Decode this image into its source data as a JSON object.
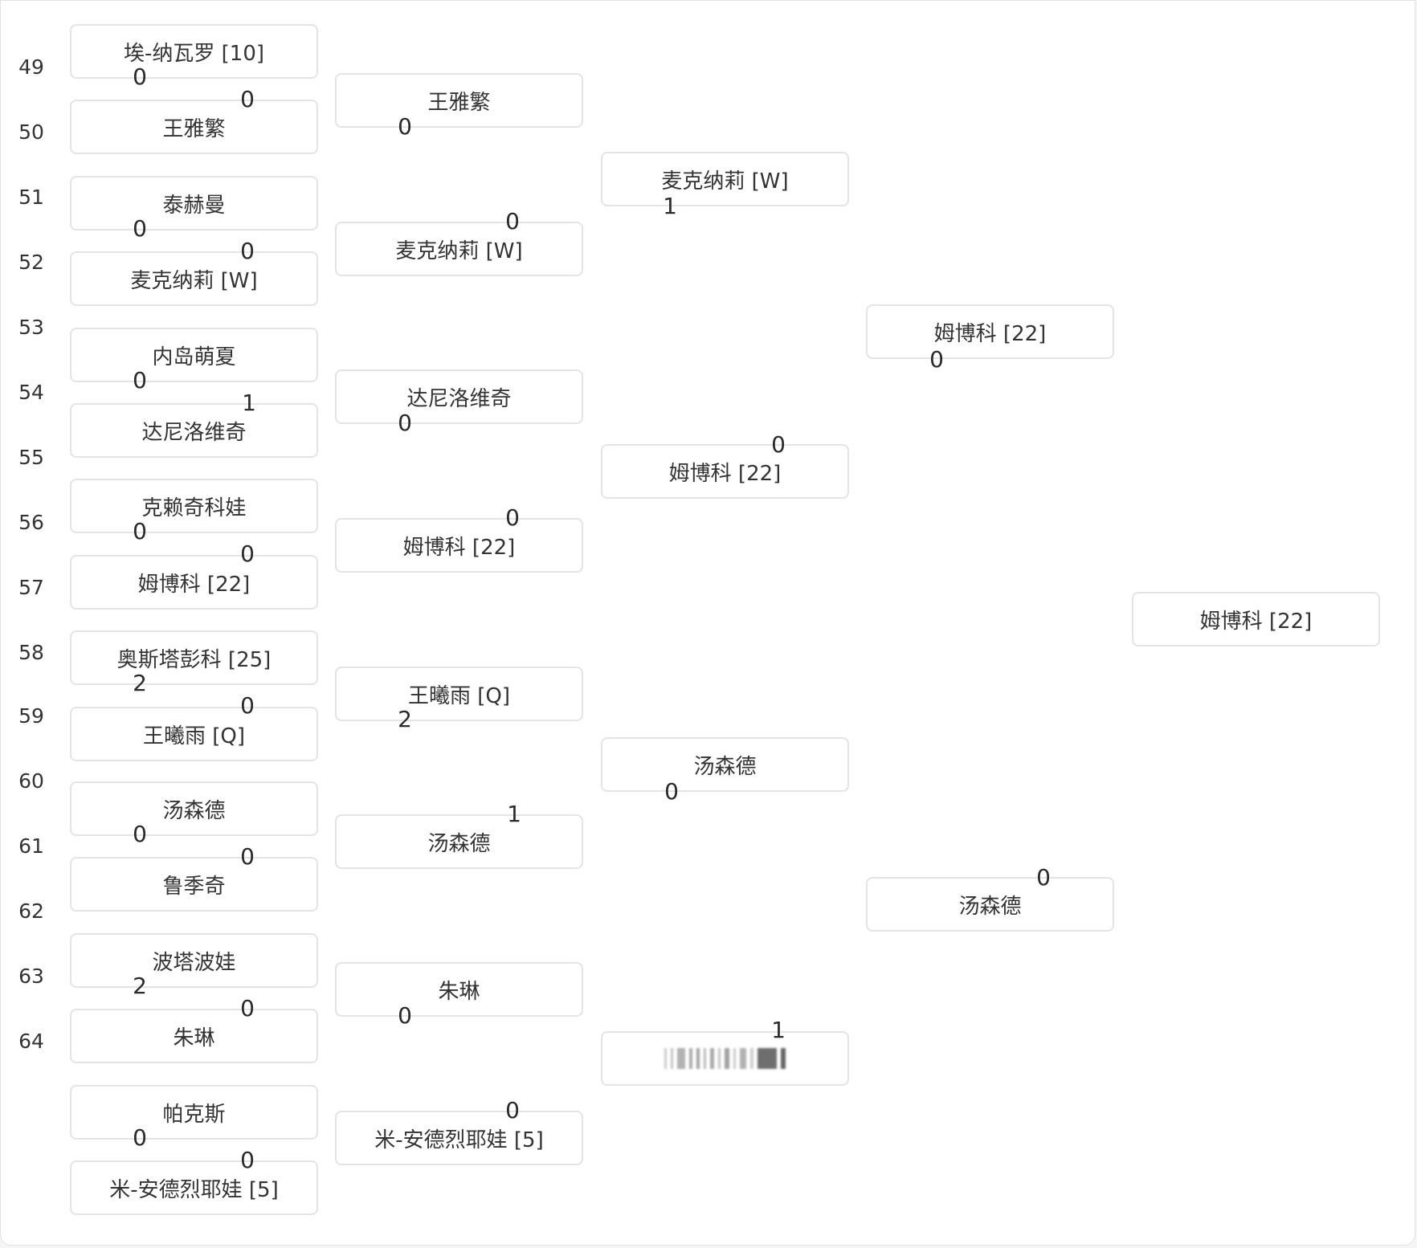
{
  "seeds": [
    "49",
    "50",
    "51",
    "52",
    "53",
    "54",
    "55",
    "56",
    "57",
    "58",
    "59",
    "60",
    "61",
    "62",
    "63",
    "64"
  ],
  "round1": [
    {
      "top": "埃-纳瓦罗 [10]",
      "bottom": "王雅繁",
      "score_top": "0",
      "score_bottom": "0"
    },
    {
      "top": "泰赫曼",
      "bottom": "麦克纳莉 [W]",
      "score_top": "0",
      "score_bottom": "0"
    },
    {
      "top": "内岛萌夏",
      "bottom": "达尼洛维奇",
      "score_top": "0",
      "score_bottom": "1"
    },
    {
      "top": "克赖奇科娃",
      "bottom": "姆博科 [22]",
      "score_top": "0",
      "score_bottom": "0"
    },
    {
      "top": "奥斯塔彭科 [25]",
      "bottom": "王曦雨 [Q]",
      "score_top": "2",
      "score_bottom": "0"
    },
    {
      "top": "汤森德",
      "bottom": "鲁季奇",
      "score_top": "0",
      "score_bottom": "0"
    },
    {
      "top": "波塔波娃",
      "bottom": "朱琳",
      "score_top": "2",
      "score_bottom": "0"
    },
    {
      "top": "帕克斯",
      "bottom": "米-安德烈耶娃 [5]",
      "score_top": "0",
      "score_bottom": "0"
    }
  ],
  "round2": [
    {
      "top": "王雅繁",
      "bottom": "麦克纳莉 [W]",
      "score_top": "0",
      "score_bottom": "0"
    },
    {
      "top": "达尼洛维奇",
      "bottom": "姆博科 [22]",
      "score_top": "0",
      "score_bottom": "0"
    },
    {
      "top": "王曦雨 [Q]",
      "bottom": "汤森德",
      "score_top": "2",
      "score_bottom": "1"
    },
    {
      "top": "朱琳",
      "bottom": "米-安德烈耶娃 [5]",
      "score_top": "0",
      "score_bottom": "0"
    }
  ],
  "round3": [
    {
      "top": "麦克纳莉 [W]",
      "bottom": "姆博科 [22]",
      "score_top": "1",
      "score_bottom": "0"
    },
    {
      "top": "汤森德",
      "bottom": "",
      "score_top": "0",
      "score_bottom": "1",
      "bottom_blurred": true
    }
  ],
  "round4": [
    {
      "top": "姆博科 [22]",
      "bottom": "汤森德",
      "score_top": "0",
      "score_bottom": "0"
    }
  ],
  "winner": {
    "name": "姆博科 [22]"
  }
}
